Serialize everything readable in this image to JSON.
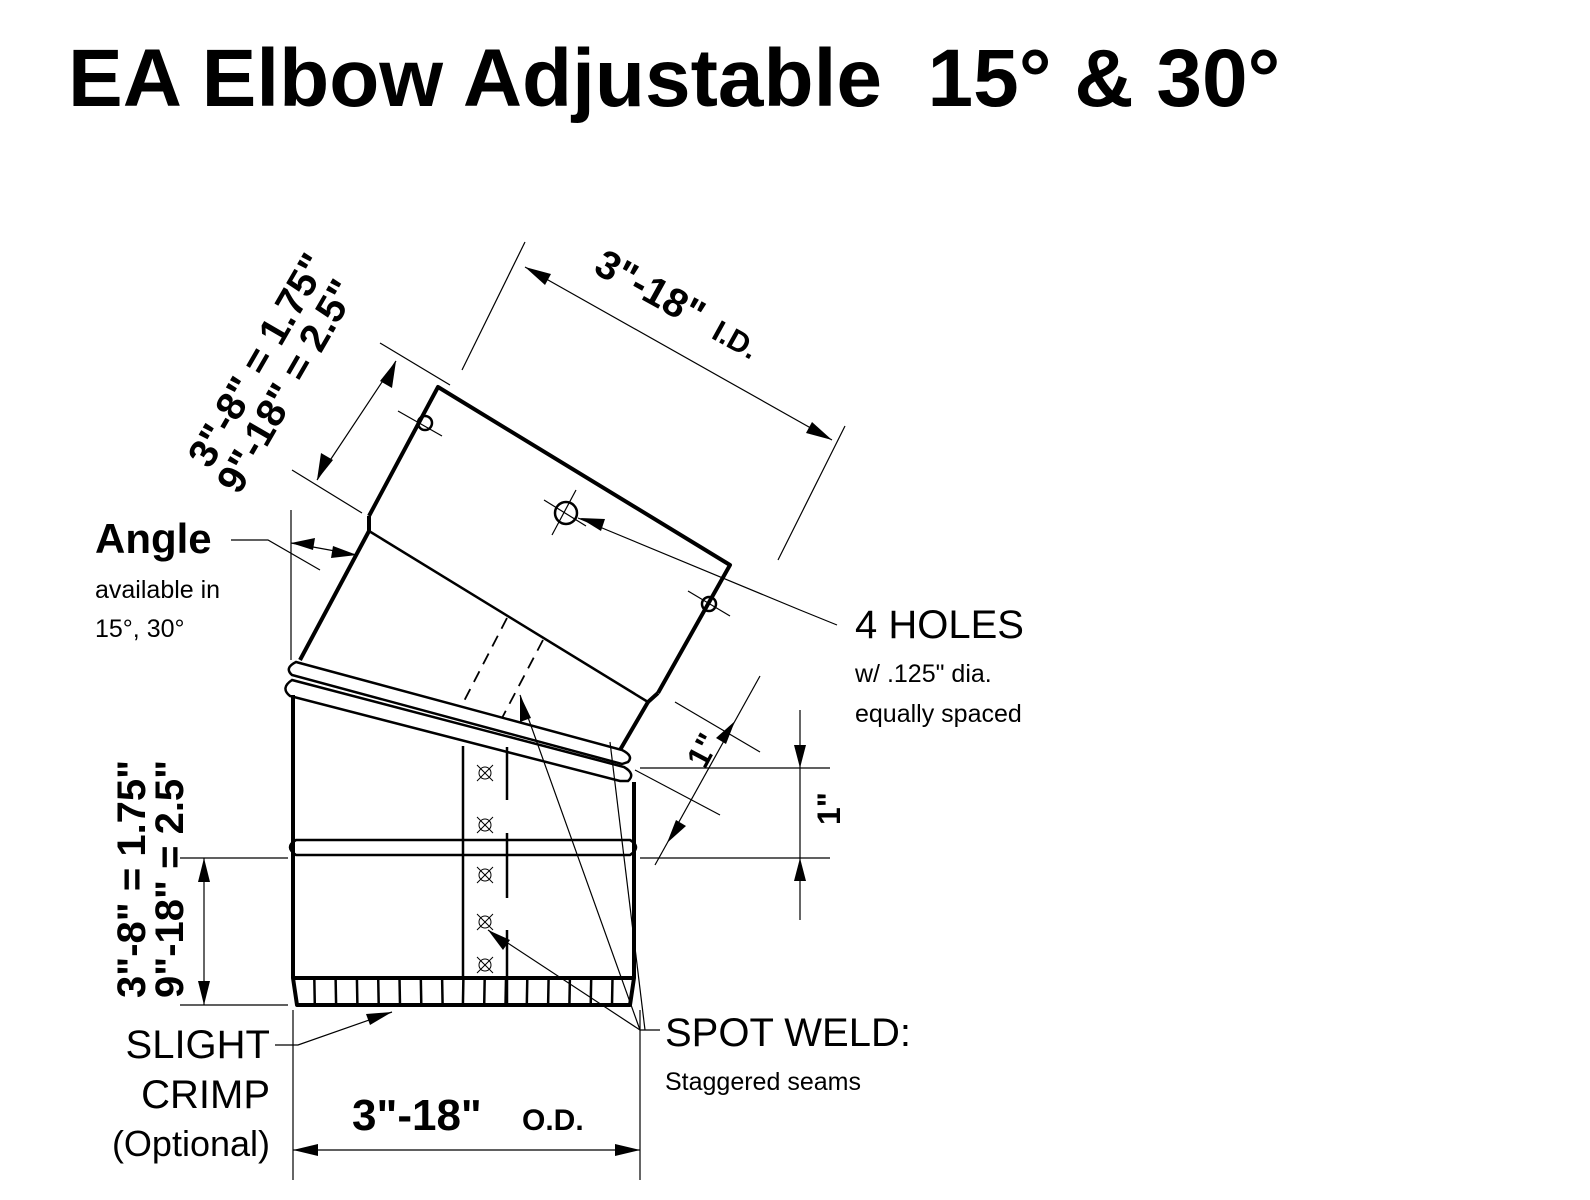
{
  "title": "EA Elbow Adjustable  15° & 30°",
  "dimensions": {
    "top_diameter": "3\"-18\"",
    "top_diameter_suffix": "I.D.",
    "top_length_line1": "3\"-8\" = 1.75\"",
    "top_length_line2": "9\"-18\" = 2.5\"",
    "bottom_length_line1": "3\"-8\" = 1.75\"",
    "bottom_length_line2": "9\"-18\" = 2.5\"",
    "overlap_angled": "1\"",
    "overlap_vertical": "1\"",
    "bottom_diameter": "3\"-18\"",
    "bottom_diameter_suffix": "O.D."
  },
  "callouts": {
    "angle_title": "Angle",
    "angle_line1": "available in",
    "angle_line2": "15°, 30°",
    "holes_title": "4 HOLES",
    "holes_line1": "w/ .125\" dia.",
    "holes_line2": "equally spaced",
    "crimp_line1": "SLIGHT",
    "crimp_line2": "CRIMP",
    "crimp_line3": "(Optional)",
    "weld_title": "SPOT WELD:",
    "weld_line1": "Staggered seams"
  }
}
